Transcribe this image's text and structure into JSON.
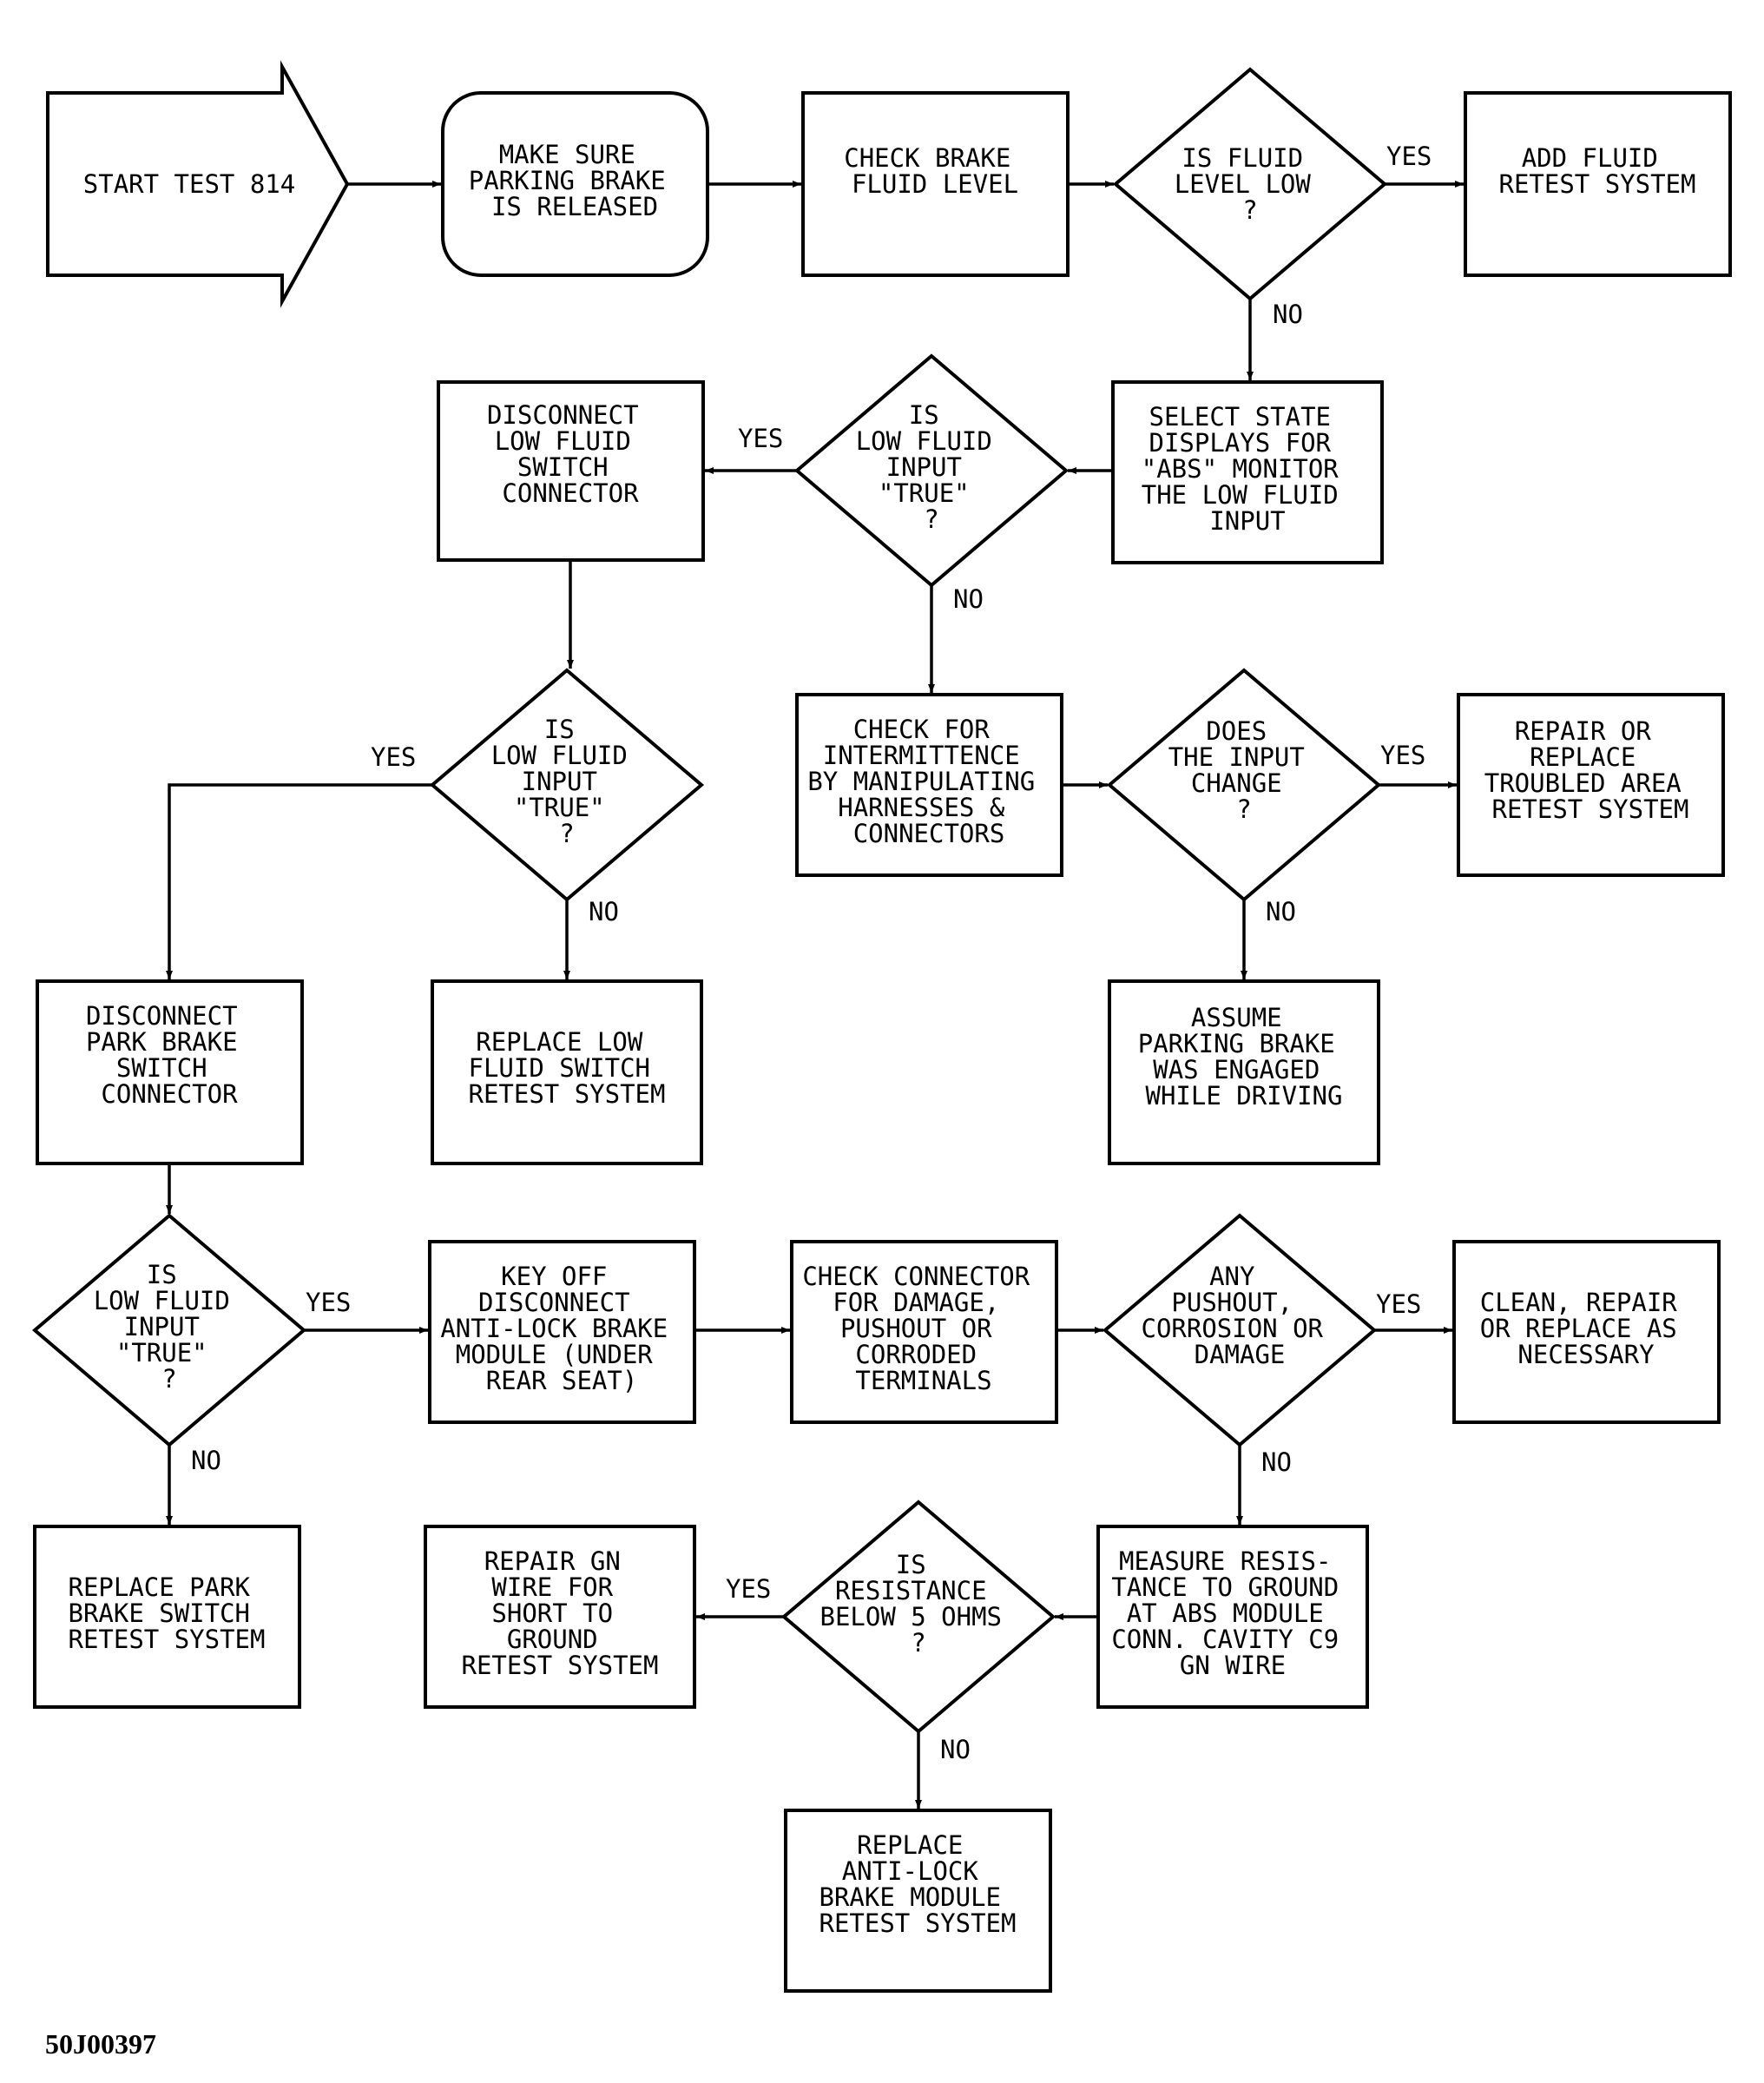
{
  "figure_id": "50J00397",
  "colors": {
    "line": "#000000",
    "background": "#ffffff"
  },
  "nodes": {
    "start": [
      "START TEST 814"
    ],
    "parking_brake": [
      "MAKE SURE",
      "PARKING BRAKE",
      "IS RELEASED"
    ],
    "check_level": [
      "CHECK BRAKE",
      "FLUID LEVEL"
    ],
    "q_level_low": [
      "IS FLUID",
      "LEVEL LOW",
      "?"
    ],
    "add_fluid": [
      "ADD FLUID",
      "RETEST SYSTEM"
    ],
    "select_state": [
      "SELECT STATE",
      "DISPLAYS FOR",
      "\"ABS\" MONITOR",
      "THE LOW FLUID",
      "INPUT"
    ],
    "q_input_true_1": [
      "IS",
      "LOW FLUID",
      "INPUT",
      "\"TRUE\"",
      "?"
    ],
    "disconnect_low_fluid": [
      "DISCONNECT",
      "LOW FLUID",
      "SWITCH",
      "CONNECTOR"
    ],
    "check_intermittence": [
      "CHECK FOR",
      "INTERMITTENCE",
      "BY MANIPULATING",
      "HARNESSES &",
      "CONNECTORS"
    ],
    "q_input_change": [
      "DOES",
      "THE INPUT",
      "CHANGE",
      "?"
    ],
    "repair_troubled": [
      "REPAIR OR",
      "REPLACE",
      "TROUBLED AREA",
      "RETEST SYSTEM"
    ],
    "q_input_true_2": [
      "IS",
      "LOW FLUID",
      "INPUT",
      "\"TRUE\"",
      "?"
    ],
    "assume_engaged": [
      "ASSUME",
      "PARKING BRAKE",
      "WAS ENGAGED",
      "WHILE DRIVING"
    ],
    "disconnect_park": [
      "DISCONNECT",
      "PARK BRAKE",
      "SWITCH",
      "CONNECTOR"
    ],
    "replace_low_fluid": [
      "REPLACE LOW",
      "FLUID SWITCH",
      "RETEST SYSTEM"
    ],
    "q_input_true_3": [
      "IS",
      "LOW FLUID",
      "INPUT",
      "\"TRUE\"",
      "?"
    ],
    "key_off": [
      "KEY OFF",
      "DISCONNECT",
      "ANTI-LOCK BRAKE",
      "MODULE (UNDER",
      "REAR SEAT)"
    ],
    "check_connector": [
      "CHECK CONNECTOR",
      "FOR DAMAGE,",
      "PUSHOUT OR",
      "CORRODED",
      "TERMINALS"
    ],
    "q_pushout": [
      "ANY",
      "PUSHOUT,",
      "CORROSION OR",
      "DAMAGE"
    ],
    "clean_repair": [
      "CLEAN, REPAIR",
      "OR REPLACE AS",
      "NECESSARY"
    ],
    "replace_park": [
      "REPLACE PARK",
      "BRAKE SWITCH",
      "RETEST SYSTEM"
    ],
    "repair_gn": [
      "REPAIR GN",
      "WIRE FOR",
      "SHORT TO",
      "GROUND",
      "RETEST SYSTEM"
    ],
    "q_resistance": [
      "IS",
      "RESISTANCE",
      "BELOW 5 OHMS",
      "?"
    ],
    "measure_resistance": [
      "MEASURE RESIS-",
      "TANCE TO GROUND",
      "AT ABS MODULE",
      "CONN. CAVITY C9",
      "GN WIRE"
    ],
    "replace_module": [
      "REPLACE",
      "ANTI-LOCK",
      "BRAKE MODULE",
      "RETEST SYSTEM"
    ]
  },
  "edge_labels": {
    "level_low_yes": "YES",
    "level_low_no": "NO",
    "input_true_1_yes": "YES",
    "input_true_1_no": "NO",
    "input_change_yes": "YES",
    "input_change_no": "NO",
    "input_true_2_yes": "YES",
    "input_true_2_no": "NO",
    "input_true_3_yes": "YES",
    "input_true_3_no": "NO",
    "pushout_yes": "YES",
    "pushout_no": "NO",
    "resistance_yes": "YES",
    "resistance_no": "NO"
  }
}
